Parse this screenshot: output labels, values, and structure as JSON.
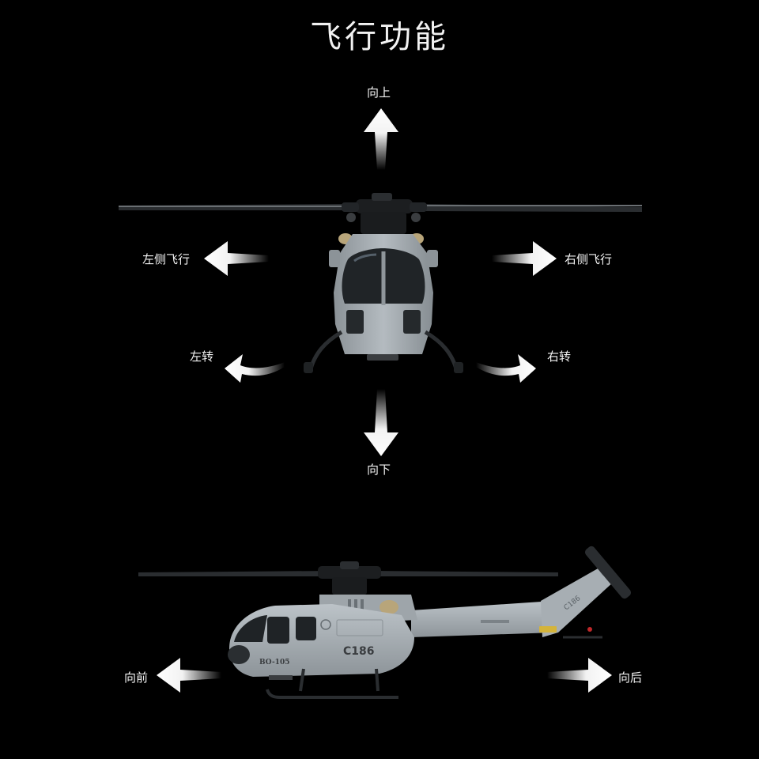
{
  "title": "飞行功能",
  "directions": {
    "up": "向上",
    "down": "向下",
    "left_side": "左侧飞行",
    "right_side": "右侧飞行",
    "turn_left": "左转",
    "turn_right": "右转",
    "forward": "向前",
    "backward": "向后"
  },
  "helicopter": {
    "model_text": "C186",
    "body_text": "BO-105",
    "tail_text": "C186",
    "body_color": "#a7aeb3",
    "rotor_color": "#2a2d30"
  },
  "icons": [
    "arrow-up-icon",
    "arrow-down-icon",
    "arrow-left-icon",
    "arrow-right-icon",
    "turn-left-icon",
    "turn-right-icon",
    "arrow-forward-icon",
    "arrow-backward-icon"
  ]
}
